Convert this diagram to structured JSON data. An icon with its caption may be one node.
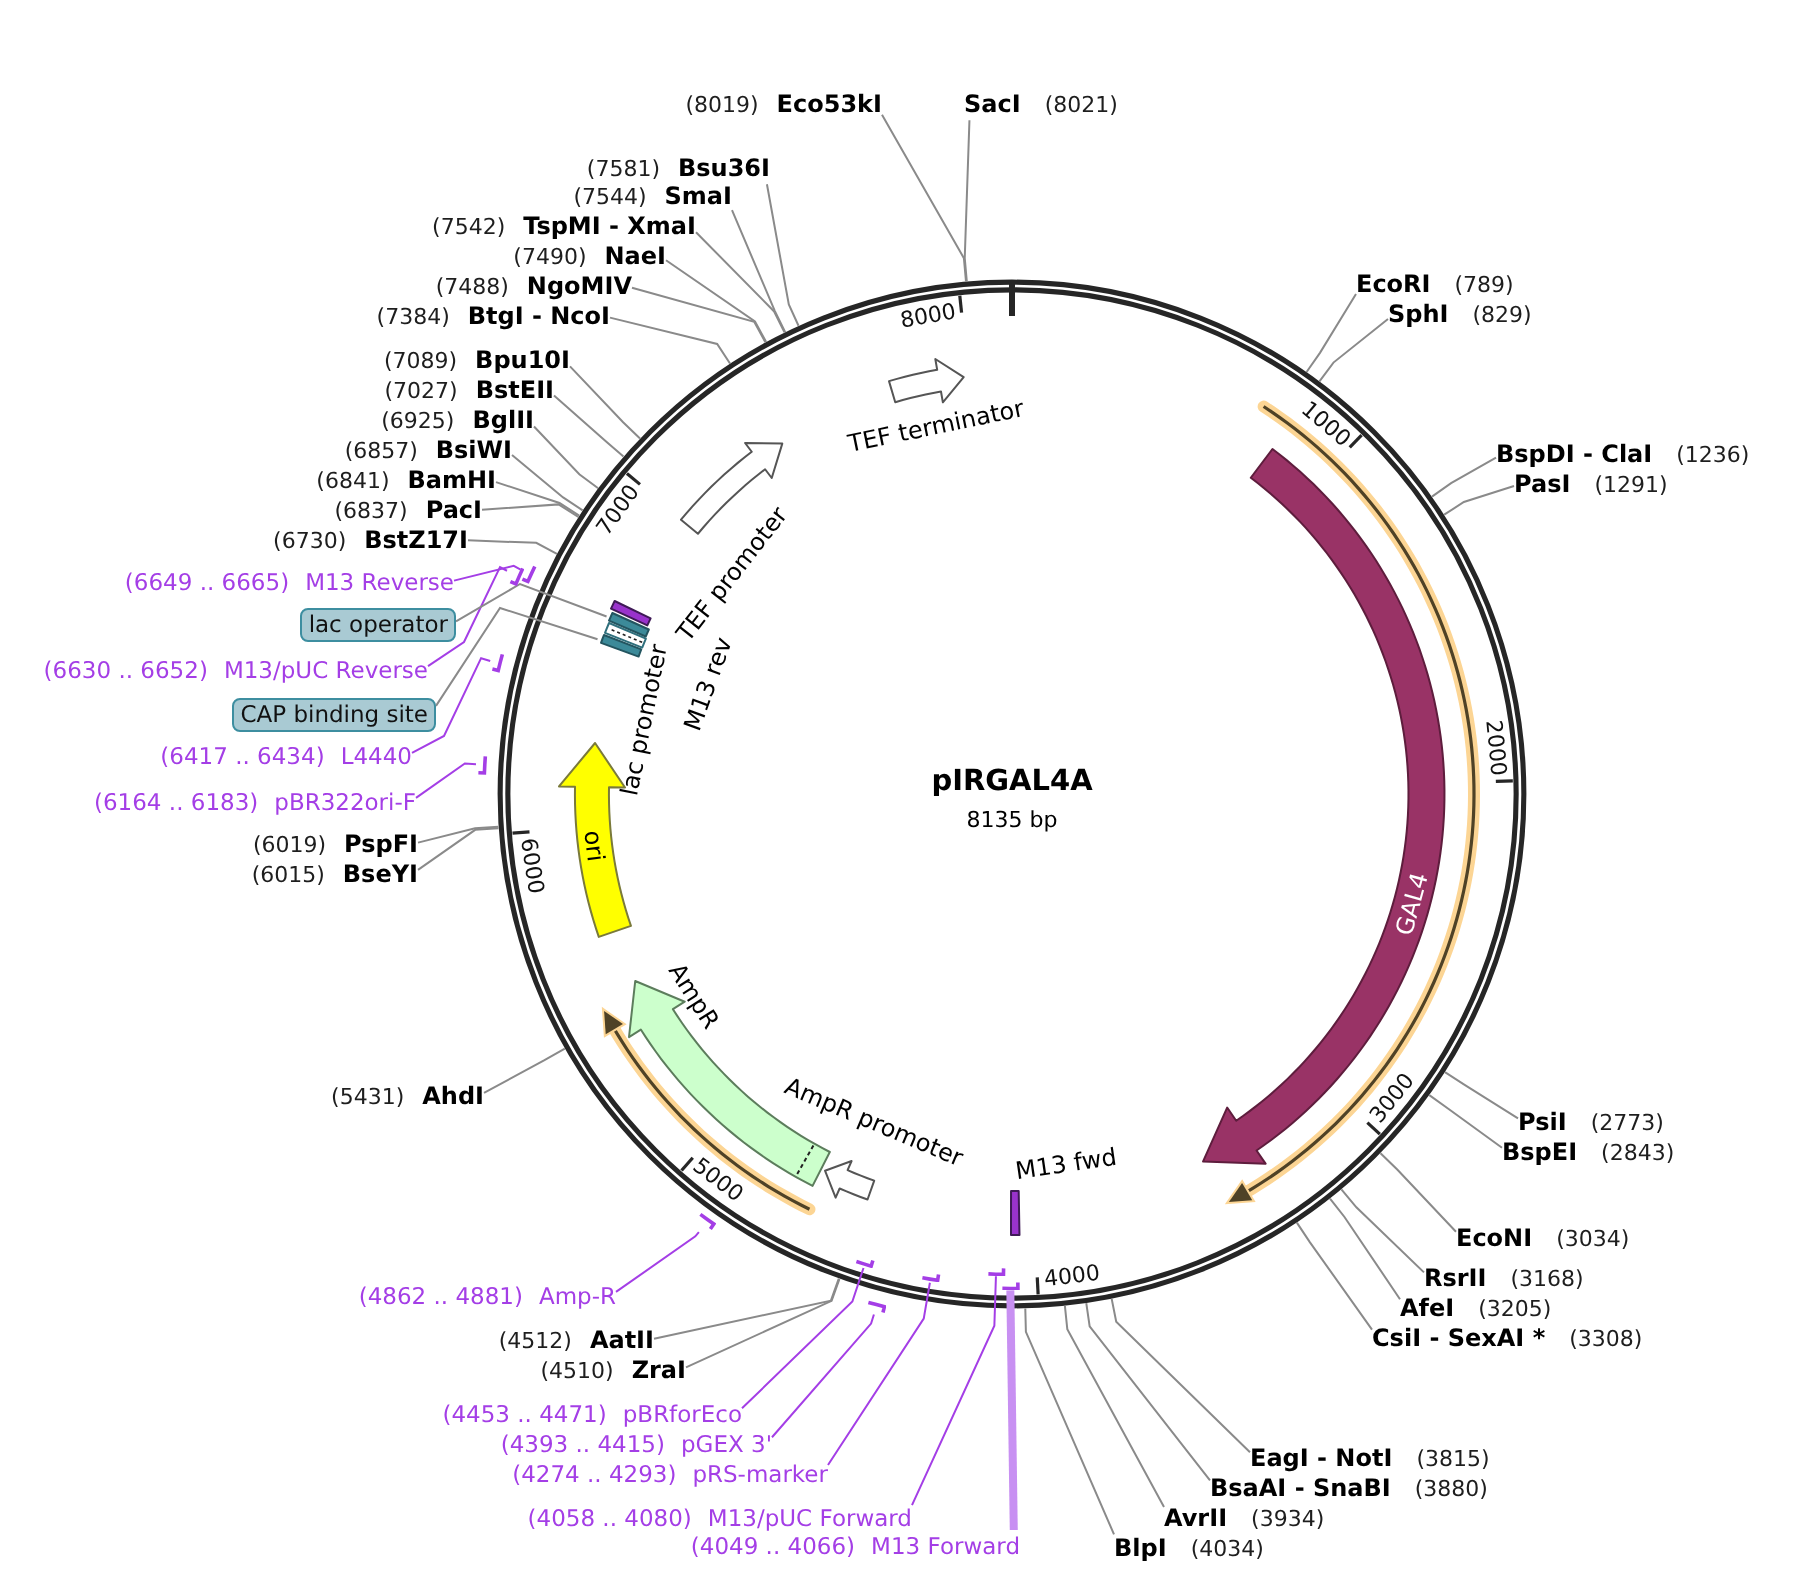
{
  "diagram": {
    "nodes": [
      {
        "text": [
          "pIRGAL4A",
          "8135 bp"
        ]
      },
      {
        "text": [
          "GAL4"
        ],
        "in": 0
      },
      {
        "text": [
          "M13 fwd"
        ],
        "in": 0
      },
      {
        "text": [
          "AmpR promoter"
        ],
        "in": 0
      },
      {
        "text": [
          "AmpR"
        ],
        "in": 0
      },
      {
        "text": [
          "ori"
        ],
        "in": 0
      },
      {
        "text": [],
        "shape": "bar",
        "in": 0
      },
      {
        "text": [
          "lac promoter"
        ],
        "in": 0
      },
      {
        "text": [],
        "shape": "bar",
        "in": 0
      },
      {
        "text": [
          "M13 rev"
        ],
        "in": 0
      },
      {
        "text": [
          "TEF promoter"
        ],
        "in": 0
      },
      {
        "text": [
          "TEF terminator"
        ],
        "in": 0
      },
      {
        "text": [
          "(8019)",
          "Eco53kI"
        ]
      },
      {
        "text": [
          "SacI",
          "(8021)"
        ]
      },
      {
        "text": [
          "EcoRI",
          "(789)"
        ]
      },
      {
        "text": [
          "SphI",
          "(829)"
        ]
      },
      {
        "text": [
          "BspDI - ClaI",
          "(1236)"
        ]
      },
      {
        "text": [
          "PasI",
          "(1291)"
        ]
      },
      {
        "text": [
          "PsiI",
          "(2773)"
        ]
      },
      {
        "text": [
          "BspEI",
          "(2843)"
        ]
      },
      {
        "text": [
          "EcoNI",
          "(3034)"
        ]
      },
      {
        "text": [
          "RsrII",
          "(3168)"
        ]
      },
      {
        "text": [
          "AfeI",
          "(3205)"
        ]
      },
      {
        "text": [
          "CsiI - SexAI *",
          "(3308)"
        ]
      },
      {
        "text": [
          "EagI - NotI",
          "(3815)"
        ]
      },
      {
        "text": [
          "BsaAI - SnaBI",
          "(3880)"
        ]
      },
      {
        "text": [
          "AvrII",
          "(3934)"
        ]
      },
      {
        "text": [
          "BlpI",
          "(4034)"
        ]
      },
      {
        "text": [
          "(4049 .. 4066)",
          "M13 Forward"
        ]
      },
      {
        "text": [
          "(4058 .. 4080)",
          "M13/pUC Forward"
        ]
      },
      {
        "text": [
          "(4274 .. 4293)",
          "pRS-marker"
        ]
      },
      {
        "text": [
          "(4393 .. 4415)",
          "pGEX 3'"
        ]
      },
      {
        "text": [
          "(4453 .. 4471)",
          "pBRforEco"
        ]
      },
      {
        "text": [
          "(4510)",
          "ZraI"
        ]
      },
      {
        "text": [
          "(4512)",
          "AatII"
        ]
      },
      {
        "text": [
          "(4862 .. 4881)",
          "Amp-R"
        ]
      },
      {
        "text": [
          "(5431)",
          "AhdI"
        ]
      },
      {
        "text": [
          "(6015)",
          "BseYI"
        ]
      },
      {
        "text": [
          "(6019)",
          "PspFI"
        ]
      },
      {
        "text": [
          "(6164 .. 6183)",
          "pBR322ori-F"
        ]
      },
      {
        "text": [
          "(6417 .. 6434)",
          "L4440"
        ]
      },
      {
        "text": [
          "CAP binding site"
        ]
      },
      {
        "text": [
          "(6630 .. 6652)",
          "M13/pUC Reverse"
        ]
      },
      {
        "text": [
          "lac operator"
        ]
      },
      {
        "text": [
          "(6649 .. 6665)",
          "M13 Reverse"
        ]
      },
      {
        "text": [
          "(6730)",
          "BstZ17I"
        ]
      },
      {
        "text": [
          "(6837)",
          "PacI"
        ]
      },
      {
        "text": [
          "(6841)",
          "BamHI"
        ]
      },
      {
        "text": [
          "(6857)",
          "BsiWI"
        ]
      },
      {
        "text": [
          "(6925)",
          "BglII"
        ]
      },
      {
        "text": [
          "(7027)",
          "BstEII"
        ]
      },
      {
        "text": [
          "(7089)",
          "Bpu10I"
        ]
      },
      {
        "text": [
          "(7384)",
          "BtgI - NcoI"
        ]
      },
      {
        "text": [
          "(7488)",
          "NgoMIV"
        ]
      },
      {
        "text": [
          "(7490)",
          "NaeI"
        ]
      },
      {
        "text": [
          "(7542)",
          "TspMI - XmaI"
        ]
      },
      {
        "text": [
          "(7544)",
          "SmaI"
        ]
      },
      {
        "text": [
          "(7581)",
          "Bsu36I"
        ]
      },
      {
        "text": [],
        "shape": "bar",
        "in": 0
      },
      {
        "text": [],
        "shape": "bar",
        "in": 0
      },
      {
        "text": [],
        "shape": "bar",
        "in": 0
      },
      {
        "text": [],
        "shape": "bar"
      },
      {
        "text": [],
        "shape": "bar",
        "in": 0
      },
      {
        "text": [],
        "shape": "bar"
      },
      {
        "text": [],
        "shape": "bar"
      },
      {
        "text": [],
        "shape": "bar"
      },
      {
        "text": [],
        "shape": "bar"
      },
      {
        "text": [],
        "shape": "bar"
      }
    ],
    "edges": [
      {
        "from": 12,
        "to": 0,
        "arrow": "none"
      },
      {
        "from": 13,
        "to": 0,
        "arrow": "none"
      },
      {
        "from": 14,
        "to": 0,
        "arrow": "none"
      },
      {
        "from": 15,
        "to": 0,
        "arrow": "none"
      },
      {
        "from": 16,
        "to": 0,
        "arrow": "none"
      },
      {
        "from": 17,
        "to": 0,
        "arrow": "none"
      },
      {
        "from": 18,
        "to": 0,
        "arrow": "none"
      },
      {
        "from": 19,
        "to": 0,
        "arrow": "none"
      },
      {
        "from": 20,
        "to": 0,
        "arrow": "none"
      },
      {
        "from": 21,
        "to": 0,
        "arrow": "none"
      },
      {
        "from": 22,
        "to": 0,
        "arrow": "none"
      },
      {
        "from": 23,
        "to": 0,
        "arrow": "none"
      },
      {
        "from": 24,
        "to": 0,
        "arrow": "none"
      },
      {
        "from": 25,
        "to": 0,
        "arrow": "none"
      },
      {
        "from": 26,
        "to": 0,
        "arrow": "none"
      },
      {
        "from": 27,
        "to": 0,
        "arrow": "none"
      },
      {
        "from": 28,
        "to": 58,
        "arrow": "none",
        "style": "thick",
        "color": "#c890f2"
      },
      {
        "from": 29,
        "to": 59,
        "arrow": "none",
        "color": "#a43ee6"
      },
      {
        "from": 30,
        "to": 60,
        "arrow": "none",
        "color": "#a43ee6"
      },
      {
        "from": 31,
        "to": 61,
        "arrow": "none",
        "color": "#a43ee6"
      },
      {
        "from": 32,
        "to": 62,
        "arrow": "none",
        "color": "#a43ee6"
      },
      {
        "from": 33,
        "to": 0,
        "arrow": "none"
      },
      {
        "from": 34,
        "to": 0,
        "arrow": "none"
      },
      {
        "from": 35,
        "to": 63,
        "arrow": "none",
        "color": "#a43ee6"
      },
      {
        "from": 36,
        "to": 0,
        "arrow": "none"
      },
      {
        "from": 37,
        "to": 0,
        "arrow": "none"
      },
      {
        "from": 38,
        "to": 0,
        "arrow": "none"
      },
      {
        "from": 39,
        "to": 64,
        "arrow": "none",
        "color": "#a43ee6"
      },
      {
        "from": 40,
        "to": 65,
        "arrow": "none",
        "color": "#a43ee6"
      },
      {
        "from": 41,
        "to": 6,
        "arrow": "none"
      },
      {
        "from": 42,
        "to": 66,
        "arrow": "none",
        "color": "#a43ee6"
      },
      {
        "from": 43,
        "to": 8,
        "arrow": "none"
      },
      {
        "from": 44,
        "to": 67,
        "arrow": "none",
        "color": "#a43ee6"
      },
      {
        "from": 45,
        "to": 0,
        "arrow": "none"
      },
      {
        "from": 46,
        "to": 0,
        "arrow": "none"
      },
      {
        "from": 47,
        "to": 0,
        "arrow": "none"
      },
      {
        "from": 48,
        "to": 0,
        "arrow": "none"
      },
      {
        "from": 49,
        "to": 0,
        "arrow": "none"
      },
      {
        "from": 50,
        "to": 0,
        "arrow": "none"
      },
      {
        "from": 51,
        "to": 0,
        "arrow": "none"
      },
      {
        "from": 52,
        "to": 0,
        "arrow": "none"
      },
      {
        "from": 53,
        "to": 0,
        "arrow": "none"
      },
      {
        "from": 54,
        "to": 0,
        "arrow": "none"
      },
      {
        "from": 55,
        "to": 0,
        "arrow": "none"
      },
      {
        "from": 56,
        "to": 0,
        "arrow": "none"
      },
      {
        "from": 57,
        "to": 0,
        "arrow": "none"
      }
    ],
    "labels": [
      "1000",
      "2000",
      "3000",
      "4000",
      "5000",
      "6000",
      "7000",
      "8000"
    ]
  }
}
